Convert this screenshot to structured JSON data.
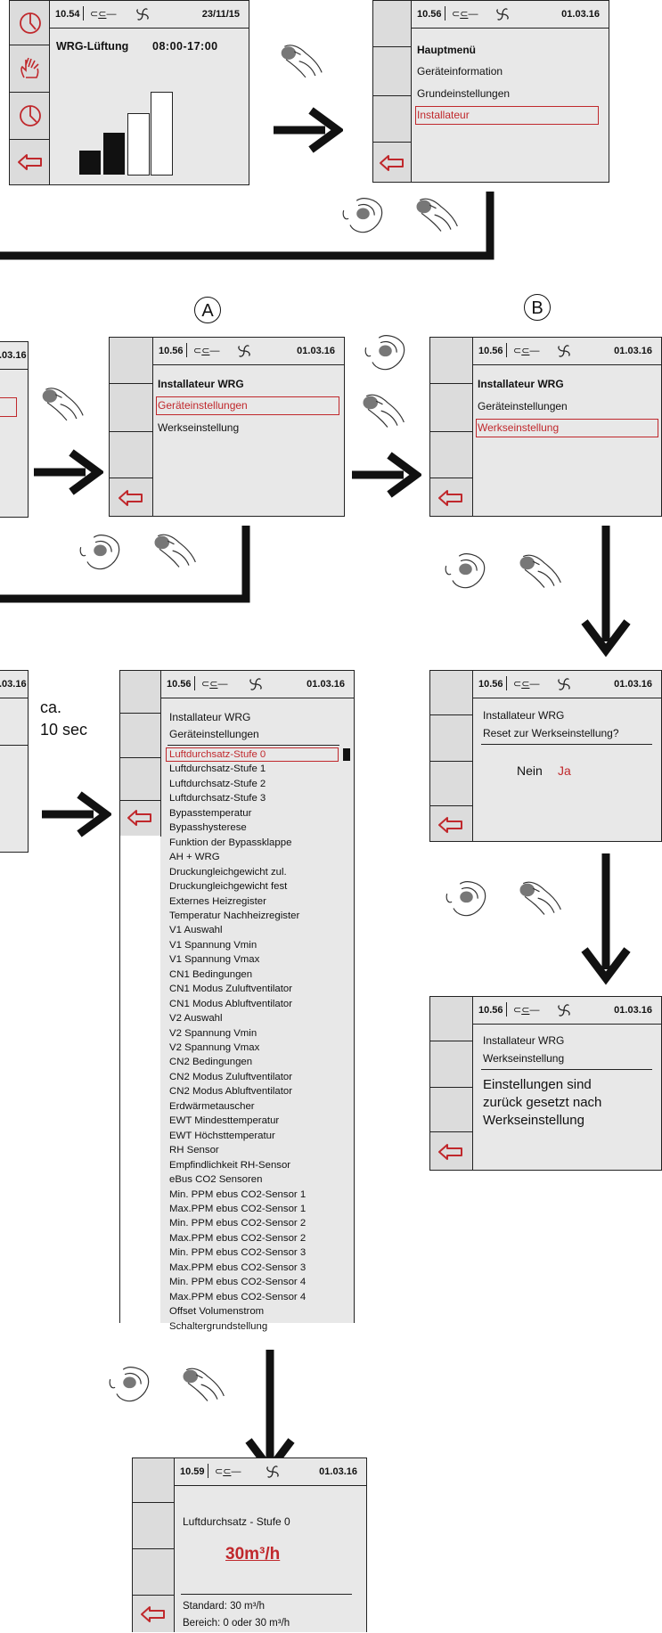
{
  "screen1": {
    "time": "10.54",
    "date": "23/11/15",
    "title": "WRG-Lüftung",
    "schedule": "08:00-17:00"
  },
  "screen2": {
    "time": "10.56",
    "date": "01.03.16",
    "heading": "Hauptmenü",
    "items": [
      "Geräteinformation",
      "Grundeinstellungen",
      "Installateur"
    ]
  },
  "left_partial_a": {
    "date": ".03.16"
  },
  "screenA": {
    "label": "A",
    "time": "10.56",
    "date": "01.03.16",
    "heading": "Installateur WRG",
    "items": [
      "Geräteinstellungen",
      "Werkseinstellung"
    ]
  },
  "screenB": {
    "label": "B",
    "time": "10.56",
    "date": "01.03.16",
    "heading": "Installateur WRG",
    "items": [
      "Geräteinstellungen",
      "Werkseinstellung"
    ]
  },
  "left_partial_b": {
    "date": ".03.16"
  },
  "wait_note": {
    "line1": "ca.",
    "line2": "10 sec"
  },
  "screenList": {
    "time": "10.56",
    "date": "01.03.16",
    "heading1": "Installateur WRG",
    "heading2": "Geräteinstellungen",
    "items": [
      "Luftdurchsatz-Stufe 0",
      "Luftdurchsatz-Stufe 1",
      "Luftdurchsatz-Stufe 2",
      "Luftdurchsatz-Stufe 3",
      "Bypasstemperatur",
      "Bypasshysterese",
      "Funktion der Bypassklappe",
      "AH + WRG",
      "Druckungleichgewicht zul.",
      "Druckungleichgewicht fest",
      "Externes Heizregister",
      "Temperatur Nachheizregister",
      "V1 Auswahl",
      "V1 Spannung Vmin",
      "V1 Spannung Vmax",
      "CN1 Bedingungen",
      "CN1 Modus Zuluftventilator",
      "CN1 Modus Abluftventilator",
      "V2 Auswahl",
      "V2 Spannung Vmin",
      "V2 Spannung Vmax",
      "CN2 Bedingungen",
      "CN2 Modus Zuluftventilator",
      "CN2 Modus Abluftventilator",
      "Erdwärmetauscher",
      "EWT Mindesttemperatur",
      "EWT Höchsttemperatur",
      "RH Sensor",
      "Empfindlichkeit RH-Sensor",
      "eBus CO2  Sensoren",
      "Min. PPM ebus CO2-Sensor 1",
      "Max.PPM ebus CO2-Sensor 1",
      "Min. PPM ebus CO2-Sensor 2",
      "Max.PPM ebus CO2-Sensor 2",
      "Min. PPM ebus CO2-Sensor 3",
      "Max.PPM ebus CO2-Sensor 3",
      "Min. PPM ebus CO2-Sensor 4",
      "Max.PPM ebus CO2-Sensor 4",
      "Offset Volumenstrom",
      "Schaltergrundstellung"
    ]
  },
  "screenReset": {
    "time": "10.56",
    "date": "01.03.16",
    "line1": "Installateur WRG",
    "line2": "Reset zur Werkseinstellung?",
    "no": "Nein",
    "yes": "Ja"
  },
  "screenDone": {
    "time": "10.56",
    "date": "01.03.16",
    "line1": "Installateur WRG",
    "line2": "Werkseinstellung",
    "msg1": "Einstellungen sind",
    "msg2": "zurück gesetzt nach",
    "msg3": "Werkseinstellung"
  },
  "screenValue": {
    "time": "10.59",
    "date": "01.03.16",
    "title": "Luftdurchsatz - Stufe 0",
    "value": "30m³/h",
    "standard": "Standard: 30 m³/h",
    "range": "Bereich: 0 oder 30 m³/h"
  },
  "colors": {
    "accent": "#c0282c",
    "panel": "#e8e8e8",
    "line": "#111111"
  }
}
